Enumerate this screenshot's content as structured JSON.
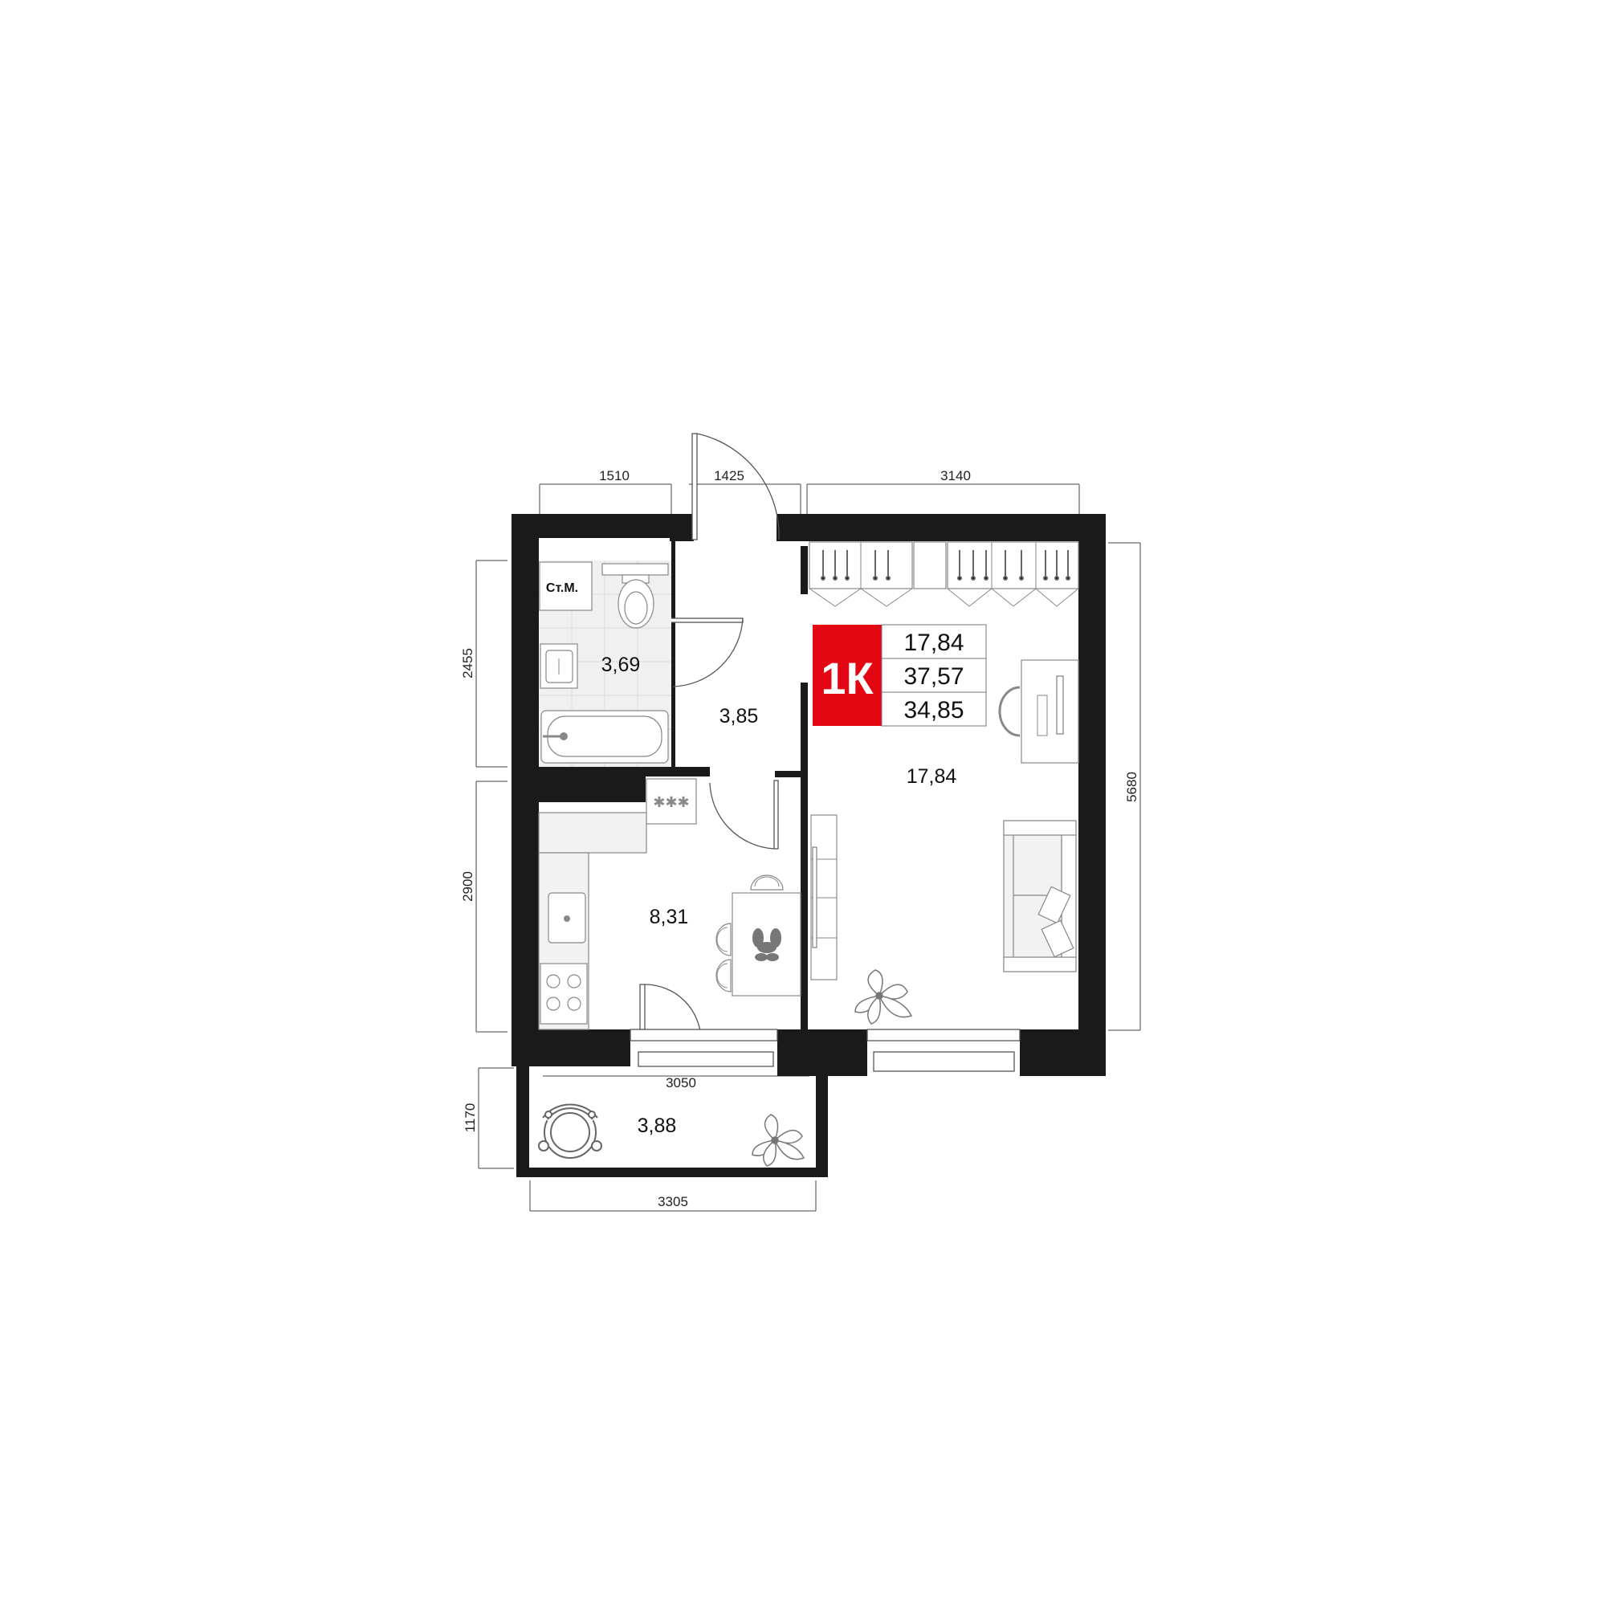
{
  "badge": {
    "rooms_label": "1К",
    "values": [
      "17,84",
      "37,57",
      "34,85"
    ],
    "accent_color": "#e30613"
  },
  "rooms": {
    "bathroom": "3,69",
    "hall": "3,85",
    "living": "17,84",
    "kitchen": "8,31",
    "balcony": "3,88"
  },
  "labels": {
    "washer": "Ст.М."
  },
  "dimensions": {
    "top_left": "1510",
    "top_mid": "1425",
    "top_right": "3140",
    "left_upper": "2455",
    "left_lower": "2900",
    "left_balcony": "1170",
    "right": "5680",
    "balcony_inner": "3050",
    "balcony_outer": "3305"
  },
  "icons": [
    "door-icon",
    "toilet-icon",
    "bathtub-icon",
    "sink-icon",
    "stove-icon",
    "wardrobe-icon",
    "desk-icon",
    "sofa-icon",
    "plant-icon",
    "dining-table-icon",
    "chair-icon"
  ]
}
